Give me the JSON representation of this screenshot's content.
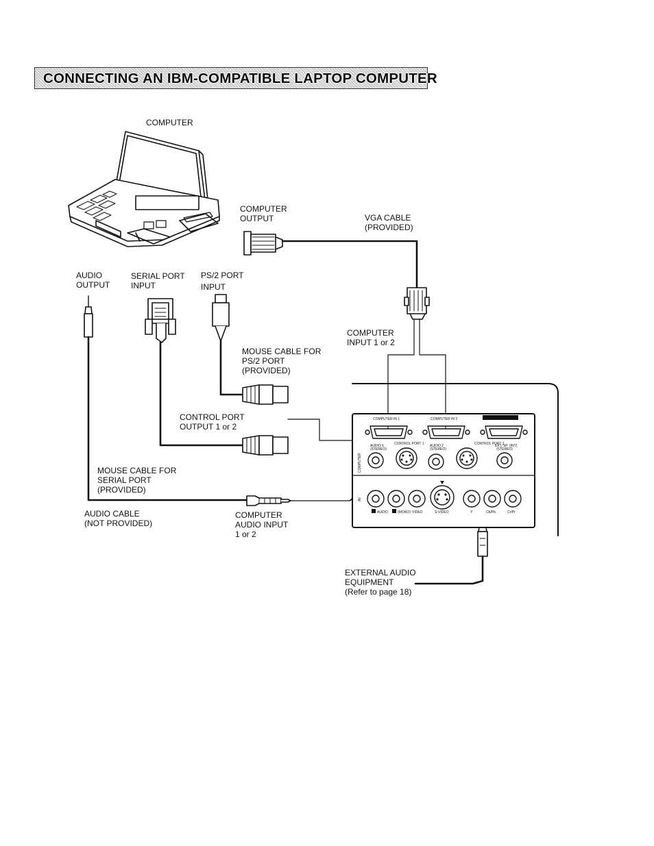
{
  "title": "CONNECTING AN IBM-COMPATIBLE LAPTOP COMPUTER",
  "labels": {
    "computer": "COMPUTER",
    "computer_output": [
      "COMPUTER",
      "OUTPUT"
    ],
    "vga_cable": [
      "VGA CABLE",
      "(PROVIDED)"
    ],
    "audio_output": [
      "AUDIO",
      "OUTPUT"
    ],
    "serial_port_input": [
      "SERIAL PORT",
      "INPUT"
    ],
    "ps2_port_input": [
      "PS/2 PORT",
      "INPUT"
    ],
    "computer_input": [
      "COMPUTER",
      "INPUT 1 or 2"
    ],
    "mouse_cable_ps2": [
      "MOUSE CABLE FOR",
      "PS/2 PORT",
      "(PROVIDED)"
    ],
    "control_port_output": [
      "CONTROL PORT",
      "OUTPUT 1 or 2"
    ],
    "mouse_cable_serial": [
      "MOUSE CABLE FOR",
      "SERIAL PORT",
      "(PROVIDED)"
    ],
    "audio_cable": [
      "AUDIO CABLE",
      "(NOT PROVIDED)"
    ],
    "computer_audio_input": [
      "COMPUTER",
      "AUDIO INPUT",
      "1 or 2"
    ],
    "external_audio": [
      "EXTERNAL AUDIO",
      "EQUIPMENT",
      "(Refer to page 18)"
    ]
  },
  "panel": {
    "computer_in_1": "COMPUTER IN 1",
    "computer_in_2": "COMPUTER IN 2",
    "control_port_1": "CONTROL PORT 1",
    "control_port_2": "CONTROL PORT 2",
    "audio_1": "AUDIO 1",
    "audio_2": "AUDIO 2",
    "stereo": "(STEREO)",
    "ext_sp": "EXT. SP",
    "ext_sp_sub": "(INT)",
    "computer_side": "COMPUTER",
    "av_side": "AV",
    "audio": "AUDIO",
    "mono": "(MONO)",
    "video": "VIDEO",
    "s_video": "S-VIDEO",
    "y": "Y",
    "cb_pb": "Cb/Pb",
    "cr_pr": "Cr/Pr"
  }
}
